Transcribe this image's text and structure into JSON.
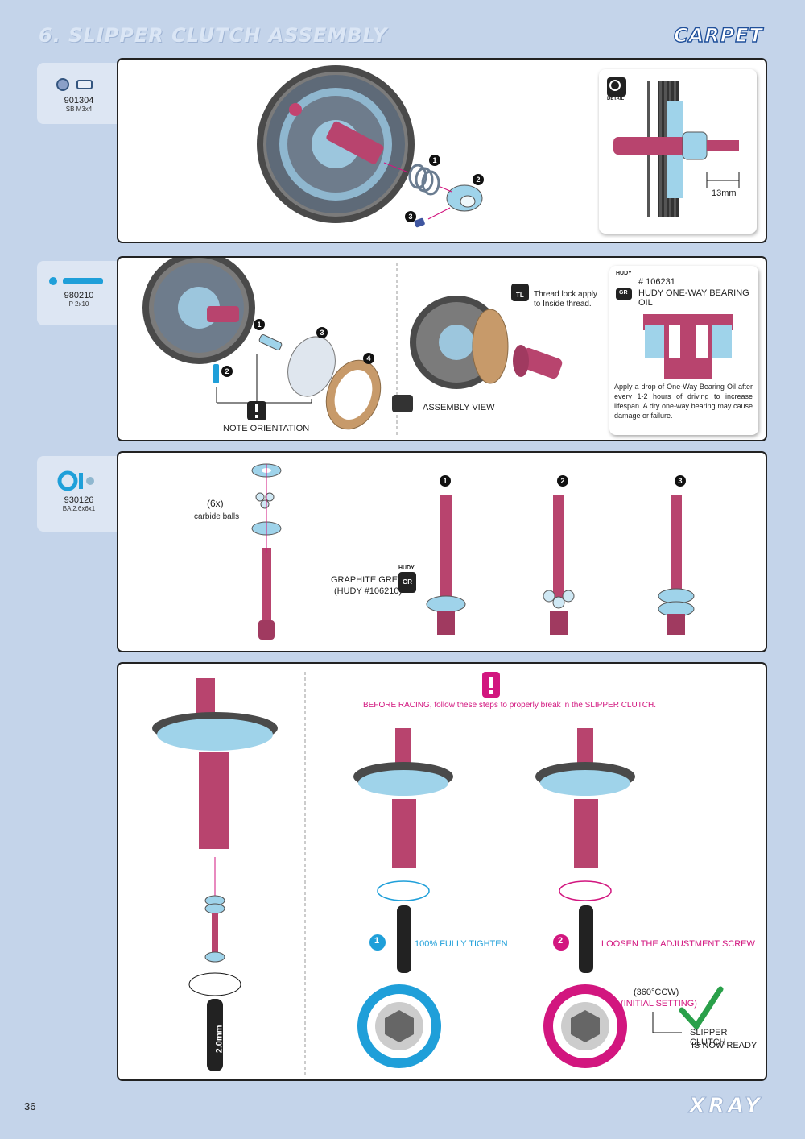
{
  "page": {
    "title": "6. SLIPPER CLUTCH ASSEMBLY",
    "badge": "CARPET",
    "page_number": "36",
    "brand": "XRAY"
  },
  "step1": {
    "part_code": "901304",
    "part_desc": "SB M3x4",
    "detail_label": "DETAIL",
    "measurement": "13mm",
    "markers": [
      "1",
      "2",
      "3"
    ]
  },
  "step2": {
    "part_code": "980210",
    "part_desc": "P 2x10",
    "note_orientation": "NOTE ORIENTATION",
    "assembly_view": "ASSEMBLY VIEW",
    "thread_lock": "Thread lock apply to Inside thread.",
    "tl_label": "TL",
    "hudy_label": "HUDY",
    "oil_code": "# 106231",
    "oil_name": "HUDY ONE-WAY BEARING OIL",
    "oil_icon_label": "GR",
    "oil_note": "Apply a drop of One-Way Bearing Oil after every 1-2 hours of driving to increase lifespan. A dry one-way bearing may cause damage or failure.",
    "markers": [
      "1",
      "2",
      "3",
      "4"
    ]
  },
  "step3": {
    "part_code": "930126",
    "part_desc": "BA 2.6x6x1",
    "balls_count": "(6x)",
    "balls_label": "carbide balls",
    "grease_line1": "GRAPHITE GREASE",
    "grease_line2": "(HUDY #106210)",
    "hudy_label": "HUDY",
    "grease_icon_label": "GR",
    "markers": [
      "1",
      "2",
      "3"
    ]
  },
  "step4": {
    "warning": "BEFORE RACING, follow these steps to properly break in the SLIPPER CLUTCH.",
    "tool_label": "2.0mm",
    "step1_marker": "1",
    "step1_text": "100% FULLY TIGHTEN",
    "step2_marker": "2",
    "step2_text": "LOOSEN THE ADJUSTMENT SCREW",
    "angle": "(360°CCW)",
    "initial": "(INITIAL SETTING)",
    "ready_line1": "SLIPPER CLUTCH",
    "ready_line2": "IS NOW READY"
  },
  "colors": {
    "magenta": "#d2167f",
    "cyan": "#1f9fd9",
    "page_bg": "#c4d4ea",
    "part_pink": "#b8446e",
    "part_blue": "#9fd3ea"
  }
}
